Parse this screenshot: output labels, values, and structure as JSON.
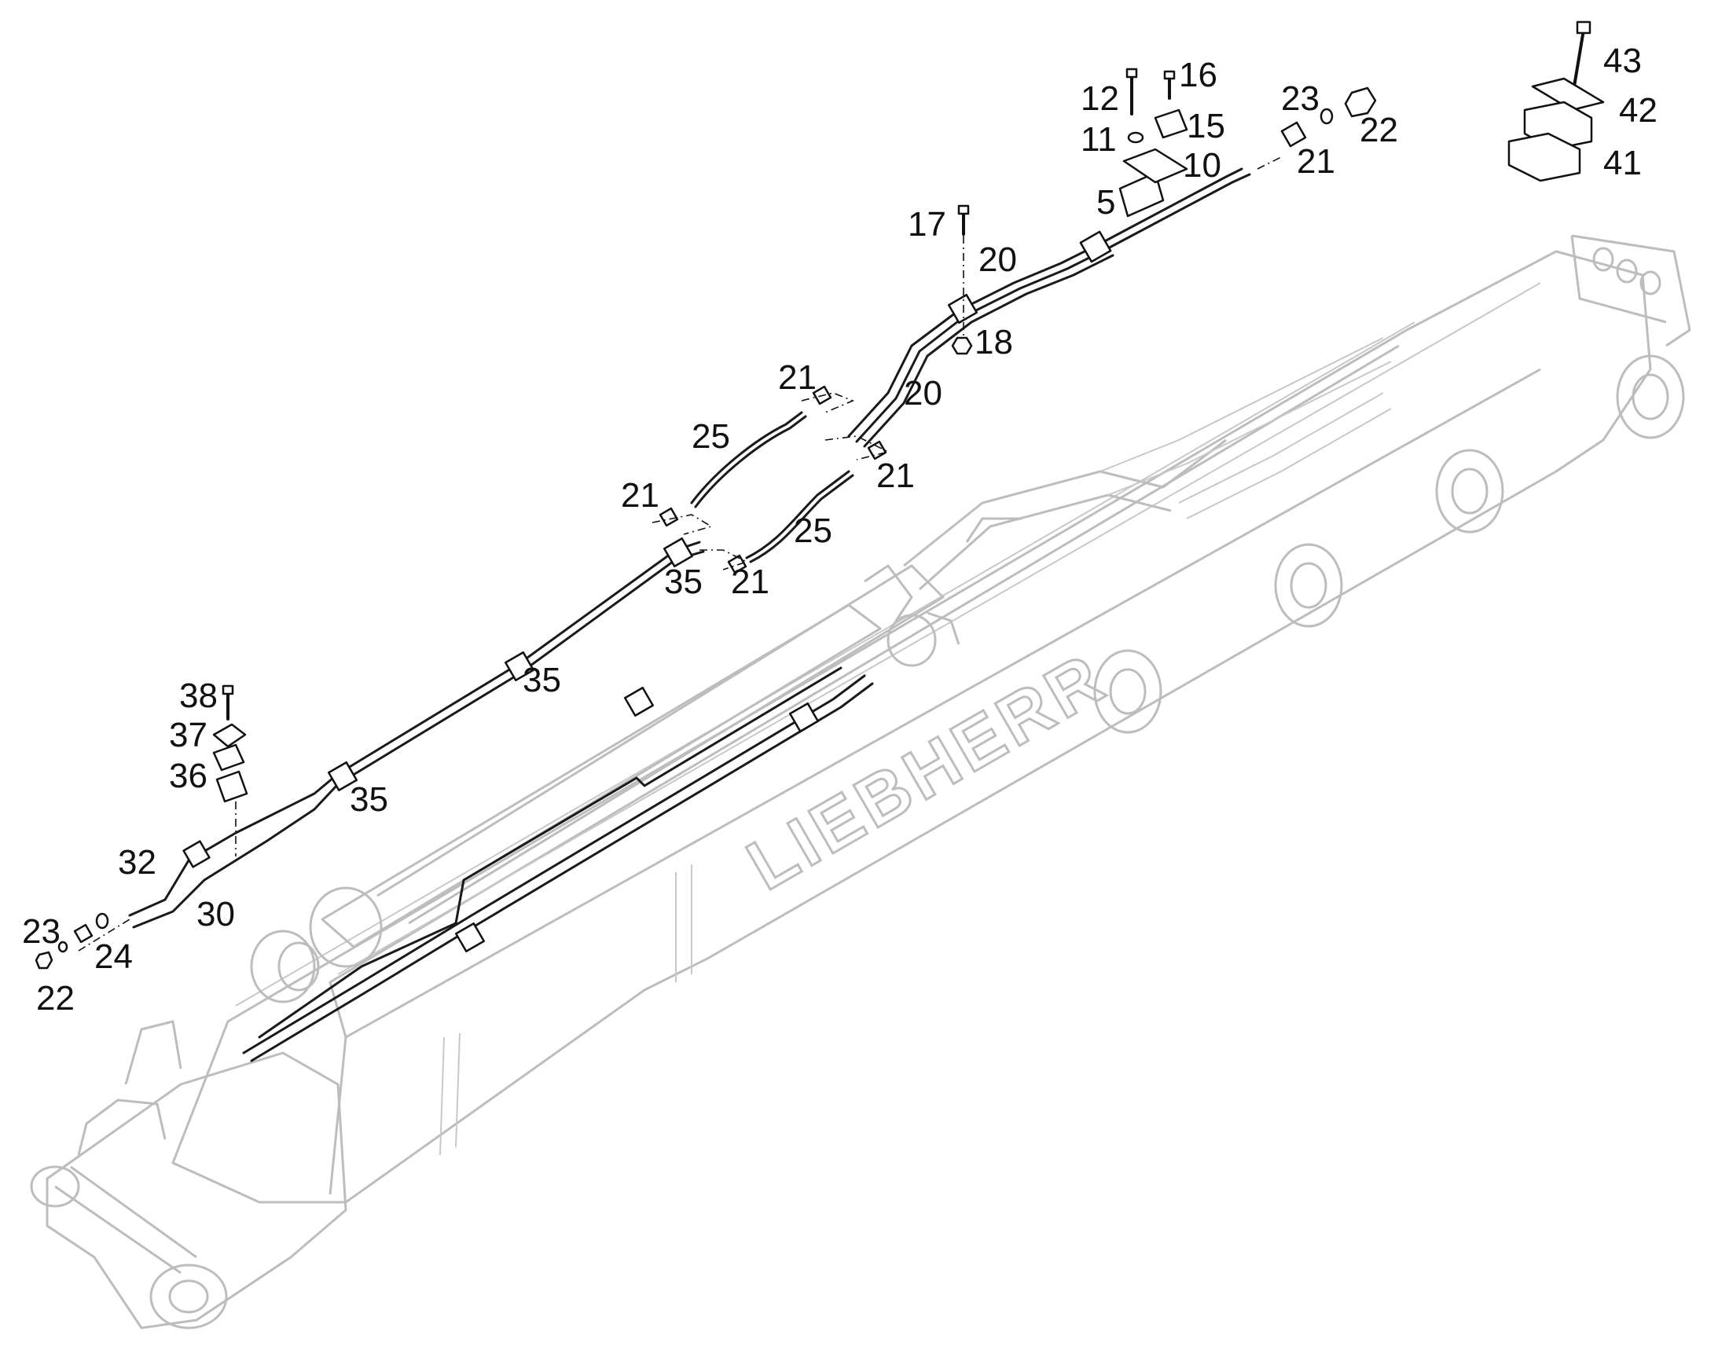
{
  "diagram": {
    "brand_logo": "LIEBHERR",
    "callouts": [
      {
        "id": "c43",
        "text": "43"
      },
      {
        "id": "c42",
        "text": "42"
      },
      {
        "id": "c41",
        "text": "41"
      },
      {
        "id": "c16",
        "text": "16"
      },
      {
        "id": "c12",
        "text": "12"
      },
      {
        "id": "c15",
        "text": "15"
      },
      {
        "id": "c11",
        "text": "11"
      },
      {
        "id": "c10",
        "text": "10"
      },
      {
        "id": "c5",
        "text": "5"
      },
      {
        "id": "c23a",
        "text": "23"
      },
      {
        "id": "c22a",
        "text": "22"
      },
      {
        "id": "c21a",
        "text": "21"
      },
      {
        "id": "c17",
        "text": "17"
      },
      {
        "id": "c20a",
        "text": "20"
      },
      {
        "id": "c18",
        "text": "18"
      },
      {
        "id": "c21b",
        "text": "21"
      },
      {
        "id": "c20b",
        "text": "20"
      },
      {
        "id": "c25a",
        "text": "25"
      },
      {
        "id": "c21c",
        "text": "21"
      },
      {
        "id": "c21d",
        "text": "21"
      },
      {
        "id": "c25b",
        "text": "25"
      },
      {
        "id": "c35a",
        "text": "35"
      },
      {
        "id": "c21e",
        "text": "21"
      },
      {
        "id": "c35b",
        "text": "35"
      },
      {
        "id": "c38",
        "text": "38"
      },
      {
        "id": "c37",
        "text": "37"
      },
      {
        "id": "c36",
        "text": "36"
      },
      {
        "id": "c35c",
        "text": "35"
      },
      {
        "id": "c32",
        "text": "32"
      },
      {
        "id": "c30",
        "text": "30"
      },
      {
        "id": "c23b",
        "text": "23"
      },
      {
        "id": "c24",
        "text": "24"
      },
      {
        "id": "c22b",
        "text": "22"
      }
    ]
  }
}
